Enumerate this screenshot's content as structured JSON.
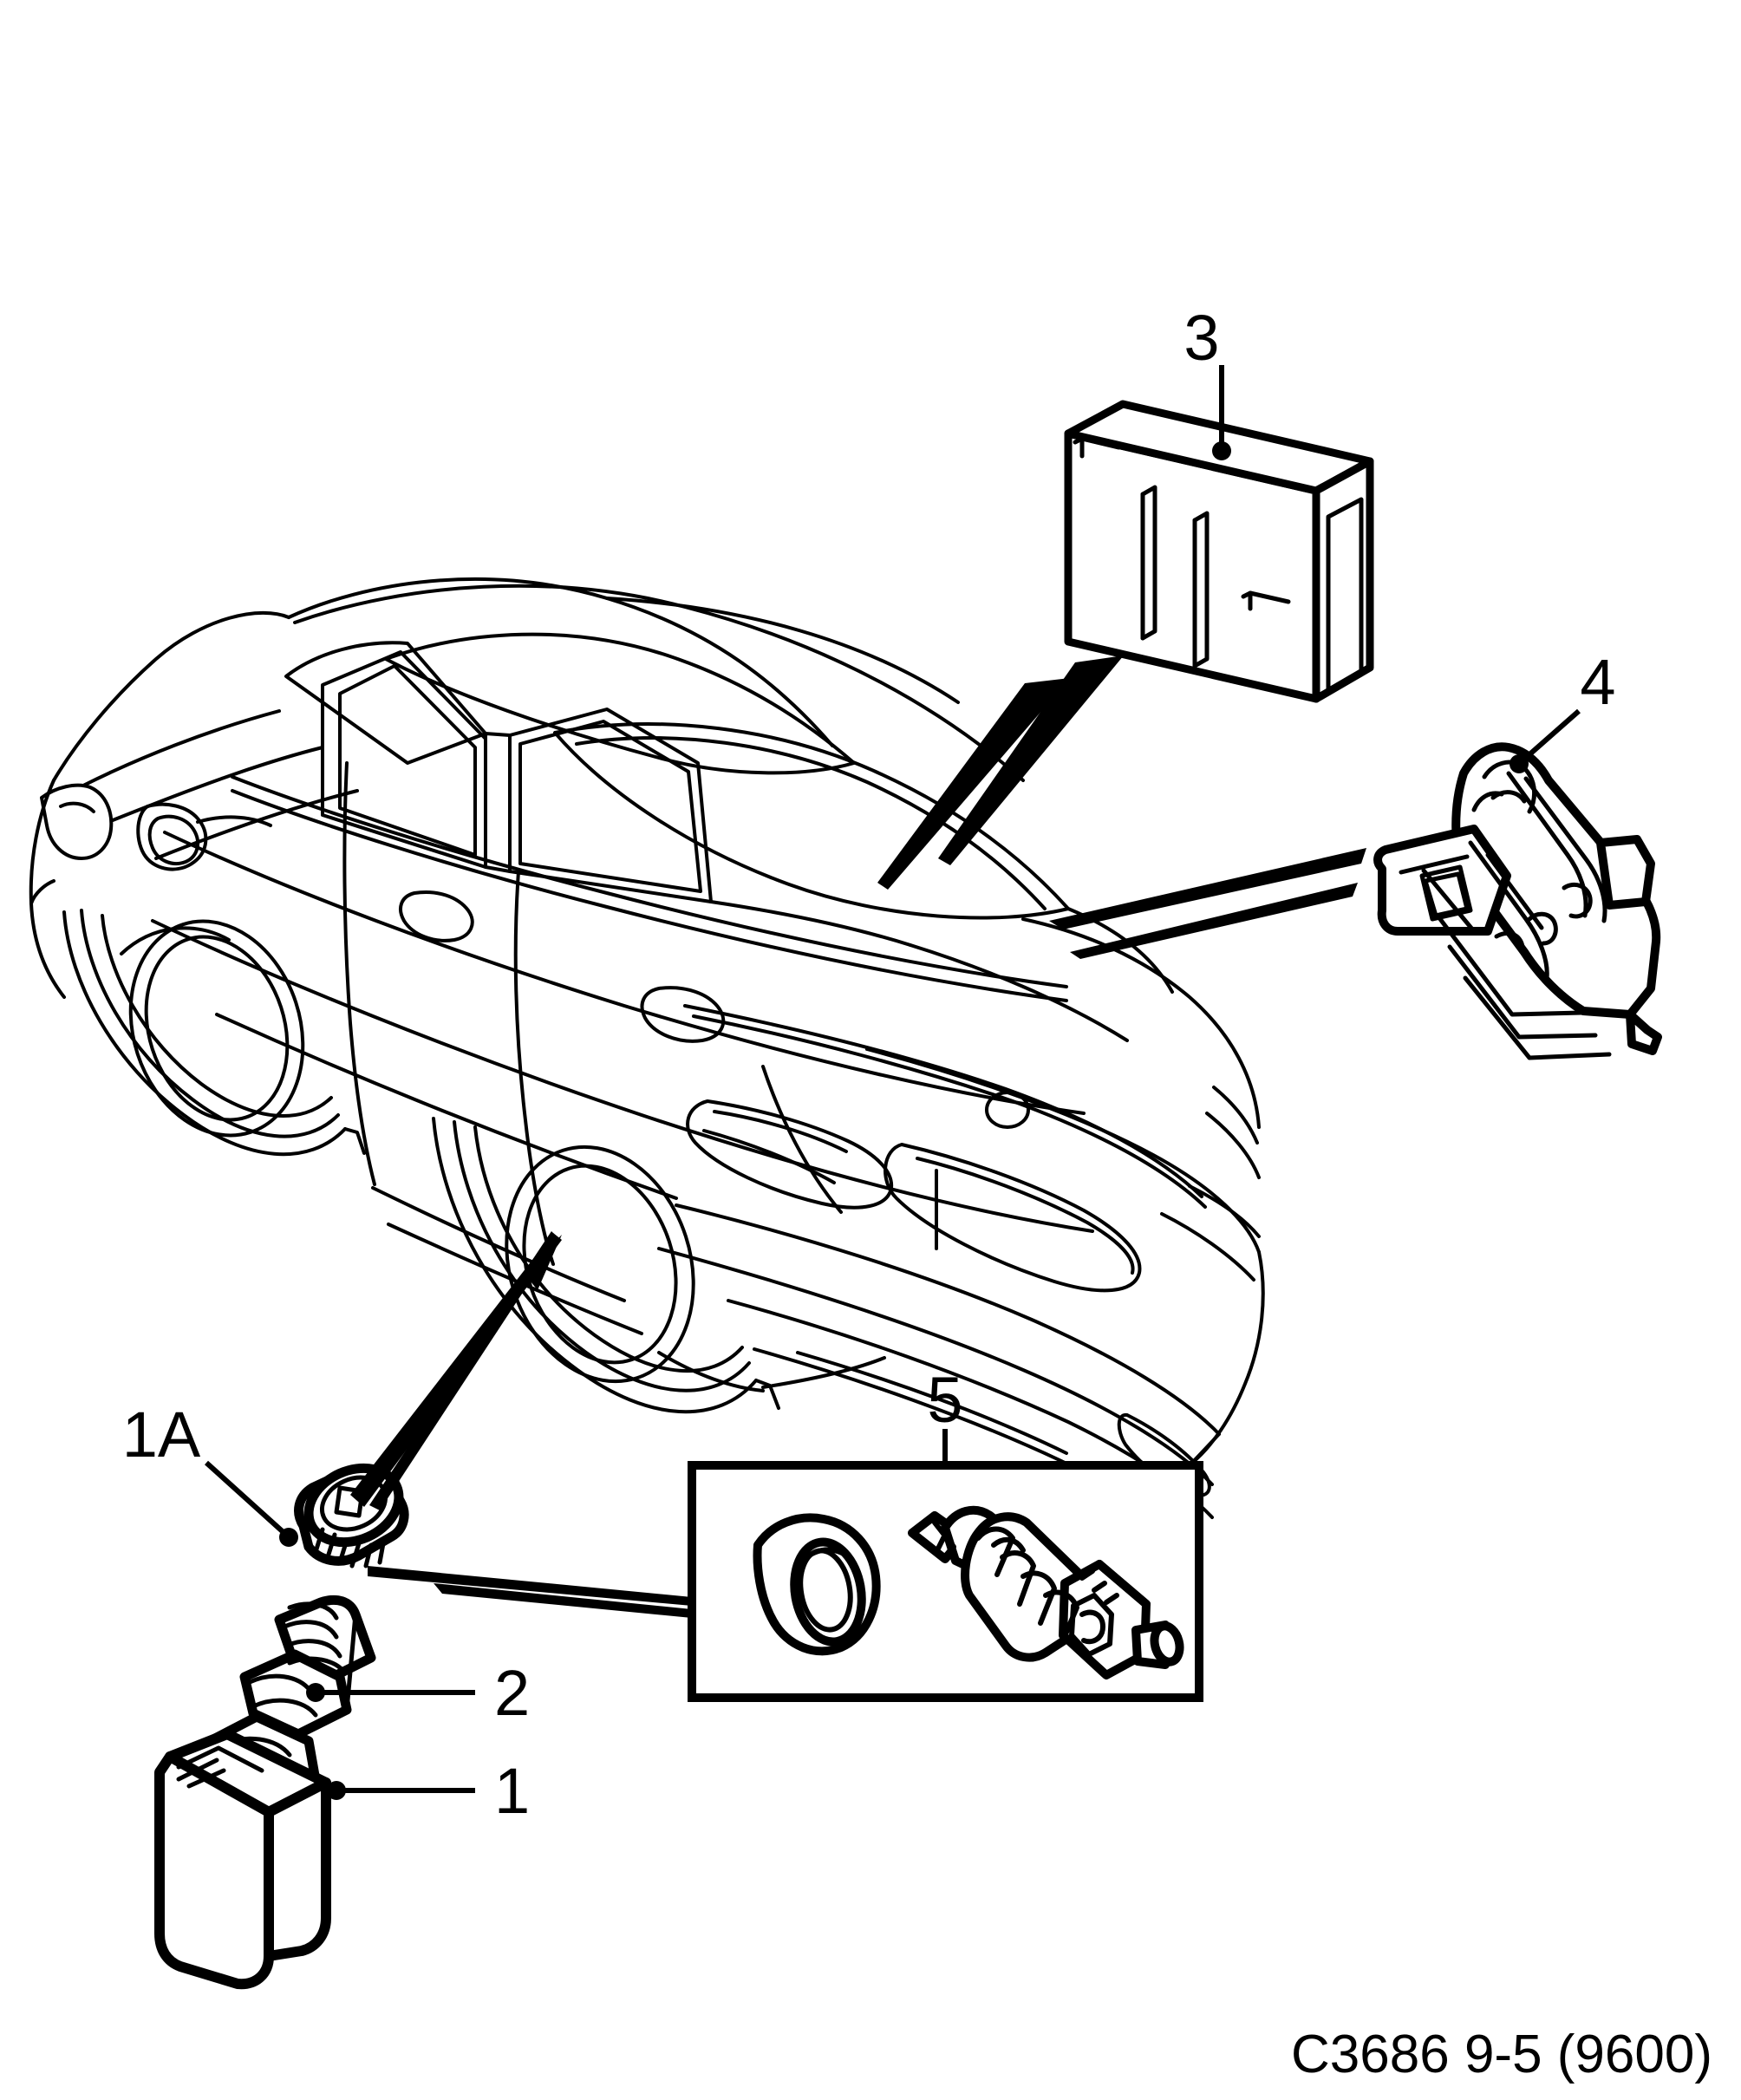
{
  "document": {
    "title": "Tyre pressure monitoring system components",
    "caption": "C3686 9-5 (9600)",
    "vehicle": "9-5 sedan, rear three-quarter view",
    "background_color": "#ffffff",
    "line_color": "#000000"
  },
  "callouts": [
    {
      "id": "1A",
      "label": "1A",
      "part": "valve-cap",
      "leader": "diagonal-with-dot"
    },
    {
      "id": "1",
      "label": "1",
      "part": "tyre-pressure-sensor-body",
      "leader": "horizontal-with-dot"
    },
    {
      "id": "2",
      "label": "2",
      "part": "valve-stem",
      "leader": "horizontal-with-dot"
    },
    {
      "id": "3",
      "label": "3",
      "part": "control-module",
      "leader": "vertical-with-dot"
    },
    {
      "id": "4",
      "label": "4",
      "part": "receiver-bracket-assembly",
      "leader": "diagonal-with-dot"
    },
    {
      "id": "5",
      "label": "5",
      "part": "grommet-and-sensor-kit",
      "leader": "vertical-to-box"
    }
  ],
  "inset_box": {
    "name": "detail-box-5",
    "callout": "5",
    "contents": [
      "rubber-grommet-ring",
      "valve-sensor-with-connector"
    ]
  },
  "parts_illustrated": {
    "sensor_assembly": {
      "cap": "valve-cap",
      "stem": "threaded-valve-stem",
      "body": "wedge-shaped-sensor-housing"
    },
    "module": "rectangular-control-module-with-two-slots",
    "bracket": "moulded-plastic-receiver-bracket-with-tab"
  },
  "caption": {
    "code": "C3686 9-5 (9600)"
  }
}
